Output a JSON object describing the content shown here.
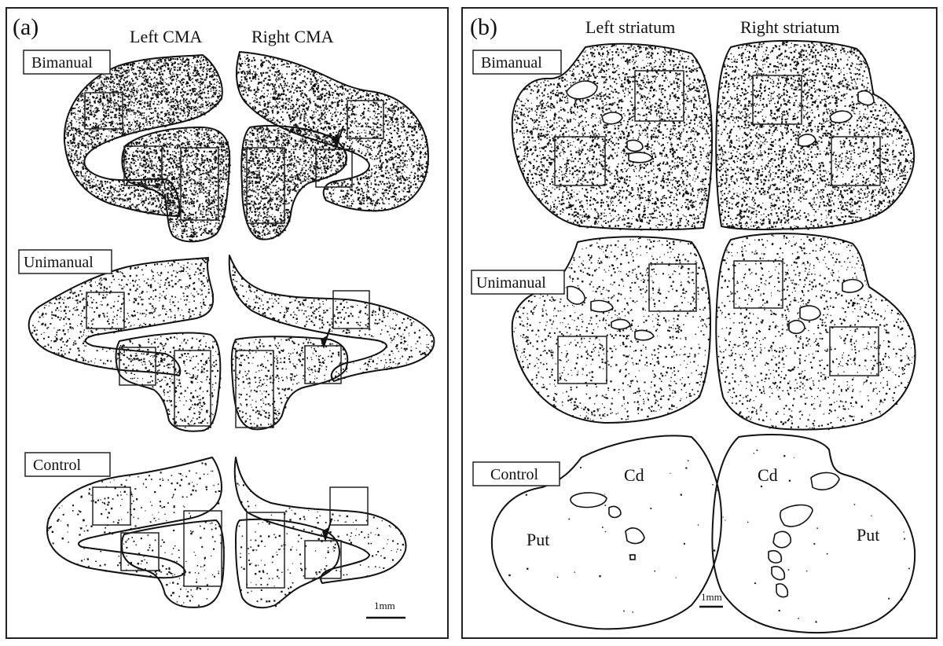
{
  "panels": {
    "a": {
      "letter": "(a)",
      "left_header": "Left CMA",
      "right_header": "Right CMA",
      "rows": [
        "Bimanual",
        "Unimanual",
        "Control"
      ],
      "scale_label": "1mm"
    },
    "b": {
      "letter": "(b)",
      "left_header": "Left striatum",
      "right_header": "Right striatum",
      "rows": [
        "Bimanual",
        "Unimanual",
        "Control"
      ],
      "scale_label": "1mm",
      "caudate_label": "Cd",
      "putamen_label": "Put"
    }
  },
  "colors": {
    "ink": "#111111",
    "background": "#ffffff"
  }
}
